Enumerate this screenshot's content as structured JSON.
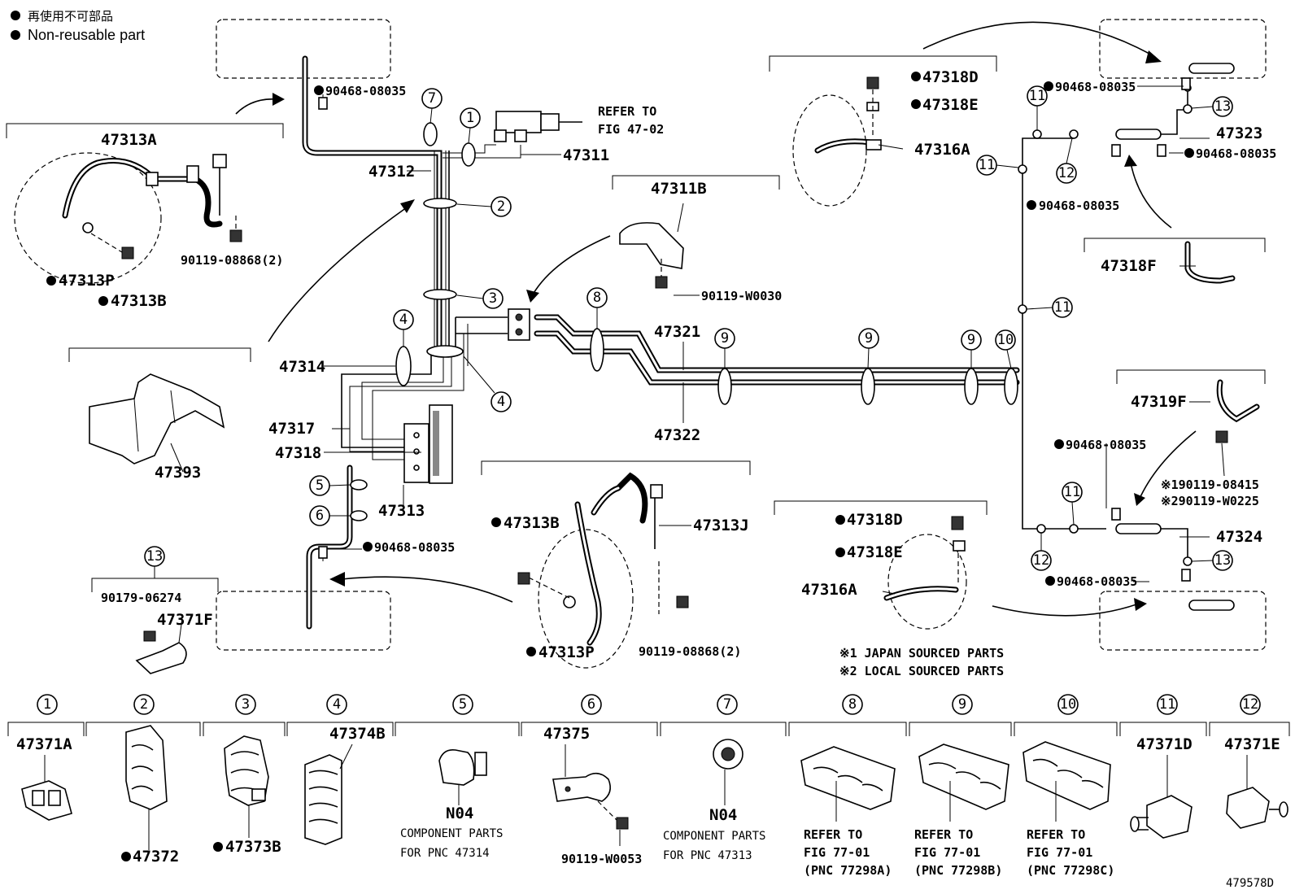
{
  "legend": {
    "jp": "再使用不可部品",
    "en": "Non-reusable part"
  },
  "figure_code": "479578D",
  "notes": [
    "※1 JAPAN SOURCED PARTS",
    "※2 LOCAL SOURCED PARTS"
  ],
  "callouts": [
    "1",
    "2",
    "3",
    "4",
    "5",
    "6",
    "7",
    "8",
    "9",
    "10",
    "11",
    "12",
    "13"
  ],
  "labels": {
    "p47313A": "47313A",
    "p47313P_l": "47313P",
    "p47313B_l": "47313B",
    "p90119_08868_l": "90119-08868(2)",
    "p90468_tl": "90468-08035",
    "p47312": "47312",
    "p47311": "47311",
    "refer_fig_1": "REFER TO",
    "refer_fig_2": "FIG 47-02",
    "p47311B": "47311B",
    "p90119_W0030": "90119-W0030",
    "p47314": "47314",
    "p47317": "47317",
    "p47318": "47318",
    "p47313": "47313",
    "p47393": "47393",
    "p47321": "47321",
    "p47322": "47322",
    "p90468_ml": "90468-08035",
    "p47313B_m": "47313B",
    "p47313J": "47313J",
    "p47313P_m": "47313P",
    "p90119_08868_m": "90119-08868(2)",
    "p90179": "90179-06274",
    "p47371F": "47371F",
    "p47318D_t": "47318D",
    "p47318E_t": "47318E",
    "p47316A_t": "47316A",
    "p90468_tr1": "90468-08035",
    "p47323": "47323",
    "p90468_tr2": "90468-08035",
    "p90468_tr3": "90468-08035",
    "p47318F": "47318F",
    "p47319F": "47319F",
    "p90468_r1": "90468-08035",
    "p90119_08415": "※190119-08415",
    "p90119_W0225": "※290119-W0225",
    "p47324": "47324",
    "p90468_r2": "90468-08035",
    "p47318D_b": "47318D",
    "p47318E_b": "47318E",
    "p47316A_b": "47316A"
  },
  "bottom_parts": [
    {
      "num": "1",
      "label": "47371A",
      "note": []
    },
    {
      "num": "2",
      "label": "47372",
      "note": []
    },
    {
      "num": "3",
      "label": "47373B",
      "note": []
    },
    {
      "num": "4",
      "label": "47374B",
      "note": []
    },
    {
      "num": "5",
      "label": "N04",
      "note": [
        "COMPONENT PARTS",
        "FOR PNC 47314"
      ]
    },
    {
      "num": "6",
      "label": "47375",
      "note": [
        "90119-W0053"
      ]
    },
    {
      "num": "7",
      "label": "N04",
      "note": [
        "COMPONENT PARTS",
        "FOR PNC 47313"
      ]
    },
    {
      "num": "8",
      "label": "",
      "note": [
        "REFER TO",
        "FIG 77-01",
        "(PNC 77298A)"
      ]
    },
    {
      "num": "9",
      "label": "",
      "note": [
        "REFER TO",
        "FIG 77-01",
        "(PNC 77298B)"
      ]
    },
    {
      "num": "10",
      "label": "",
      "note": [
        "REFER TO",
        "FIG 77-01",
        "(PNC 77298C)"
      ]
    },
    {
      "num": "11",
      "label": "47371D",
      "note": []
    },
    {
      "num": "12",
      "label": "47371E",
      "note": []
    }
  ]
}
